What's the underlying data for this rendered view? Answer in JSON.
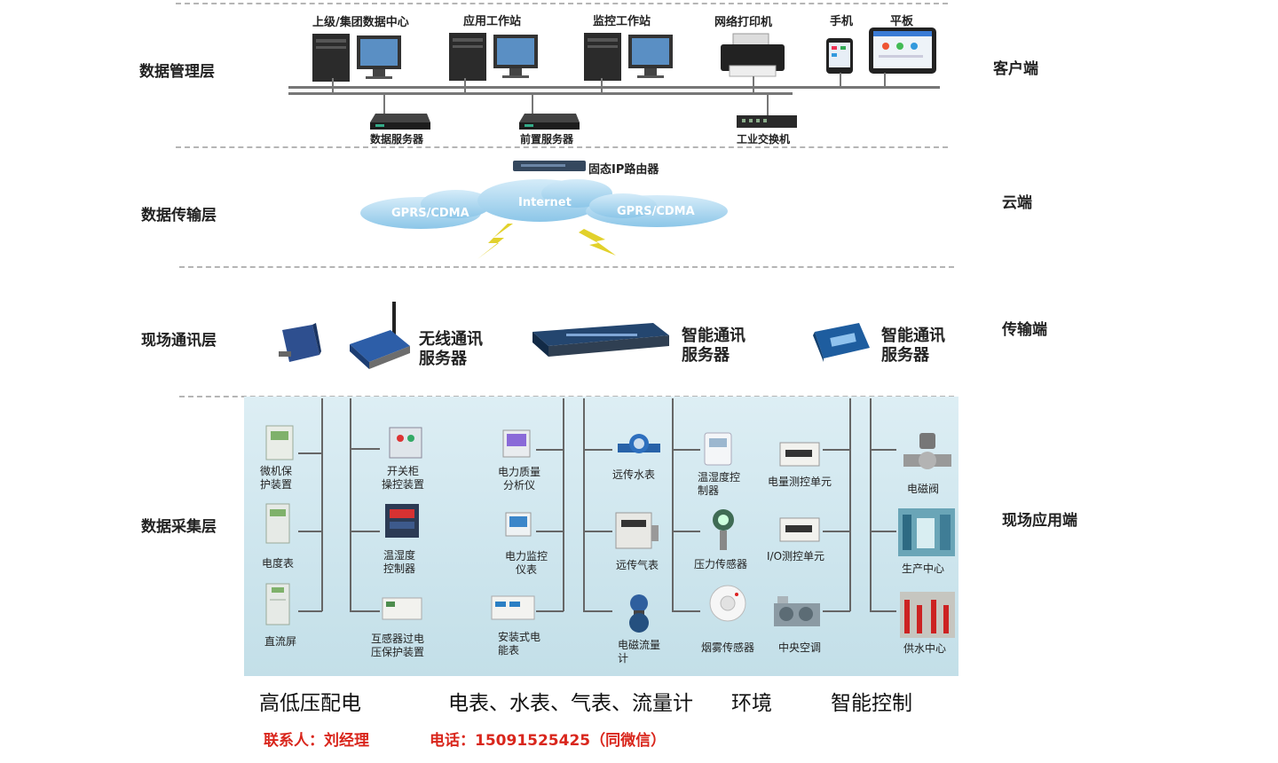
{
  "layers": {
    "management": "数据管理层",
    "transmission": "数据传输层",
    "field_comm": "现场通讯层",
    "acquisition": "数据采集层"
  },
  "sides": {
    "client": "客户端",
    "cloud": "云端",
    "transport": "传输端",
    "field_app": "现场应用端"
  },
  "management": {
    "datacenter": "上级/集团数据中心",
    "app_station": "应用工作站",
    "monitor_station": "监控工作站",
    "printer": "网络打印机",
    "phone": "手机",
    "tablet": "平板",
    "data_server": "数据服务器",
    "front_server": "前置服务器",
    "switch": "工业交换机"
  },
  "transmission": {
    "router": "固态IP路由器",
    "gprs_left": "GPRS/CDMA",
    "internet": "Internet",
    "gprs_right": "GPRS/CDMA"
  },
  "field_comm": {
    "wireless": "无线通讯\n服务器",
    "smart1": "智能通讯\n服务器",
    "smart2": "智能通讯\n服务器"
  },
  "acquisition": {
    "c1": [
      "微机保\n护装置",
      "电度表",
      "直流屏"
    ],
    "c2": [
      "开关柜\n操控装置",
      "温湿度\n控制器",
      "互感器过电\n压保护装置"
    ],
    "c3": [
      "电力质量\n分析仪",
      "电力监控\n仪表",
      "安装式电\n能表"
    ],
    "c4": [
      "远传水表",
      "远传气表",
      "电磁流量\n计"
    ],
    "c5": [
      "温湿度控\n制器",
      "压力传感器",
      "烟雾传感器"
    ],
    "c6": [
      "电量测控单元",
      "I/O测控单元",
      "中央空调"
    ],
    "c7": [
      "电磁阀",
      "生产中心",
      "供水中心"
    ]
  },
  "categories": {
    "power": "高低压配电",
    "meters": "电表、水表、气表、流量计",
    "env": "环境",
    "control": "智能控制"
  },
  "contact": {
    "person": "联系人：刘经理",
    "phone": "电话：15091525425（同微信）"
  },
  "colors": {
    "accent_red": "#d9261c",
    "panel_bg": "#cfe6ee",
    "cloud": "#9fd0ec"
  }
}
